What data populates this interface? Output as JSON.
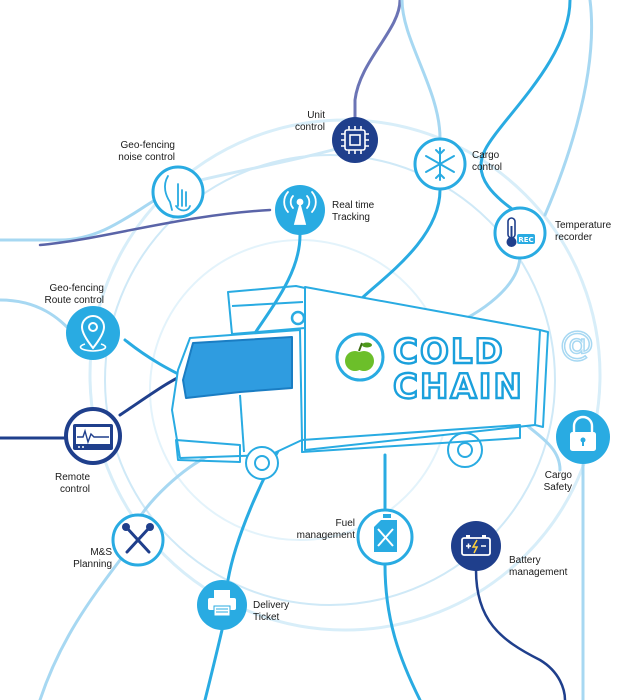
{
  "brand": {
    "line1": "COLD",
    "line2": "CHAIN",
    "brand_color": "#1aa0dc",
    "apple_color": "#6cbf2a"
  },
  "colors": {
    "light_blue": "#29abe2",
    "pale_blue": "#a7d8f2",
    "navy": "#1f3f8c",
    "purple_line": "#5a64a8"
  },
  "features": [
    {
      "id": "unit-control",
      "line1": "Unit",
      "line2": "control",
      "icon": "chip-icon"
    },
    {
      "id": "cargo-control",
      "line1": "Cargo",
      "line2": "control",
      "icon": "snowflake-icon"
    },
    {
      "id": "geo-noise",
      "line1": "Geo-fencing",
      "line2": "noise control",
      "icon": "silence-gesture-icon"
    },
    {
      "id": "tracking",
      "line1": "Real time",
      "line2": "Tracking",
      "icon": "antenna-icon"
    },
    {
      "id": "temperature",
      "line1": "Temperature",
      "line2": "recorder",
      "icon": "thermometer-rec-icon"
    },
    {
      "id": "geo-route",
      "line1": "Geo-fencing",
      "line2": "Route control",
      "icon": "location-pin-icon"
    },
    {
      "id": "remote",
      "line1": "Remote",
      "line2": "control",
      "icon": "monitor-icon"
    },
    {
      "id": "cargo-safety",
      "line1": "Cargo",
      "line2": "Safety",
      "icon": "padlock-icon"
    },
    {
      "id": "fuel",
      "line1": "Fuel",
      "line2": "management",
      "icon": "fuel-can-icon"
    },
    {
      "id": "planning",
      "line1": "M&S",
      "line2": "Planning",
      "icon": "tools-icon"
    },
    {
      "id": "battery",
      "line1": "Battery",
      "line2": "management",
      "icon": "battery-icon"
    },
    {
      "id": "ticket",
      "line1": "Delivery",
      "line2": "Ticket",
      "icon": "printer-icon"
    }
  ],
  "email_icon": "at-sign-icon"
}
